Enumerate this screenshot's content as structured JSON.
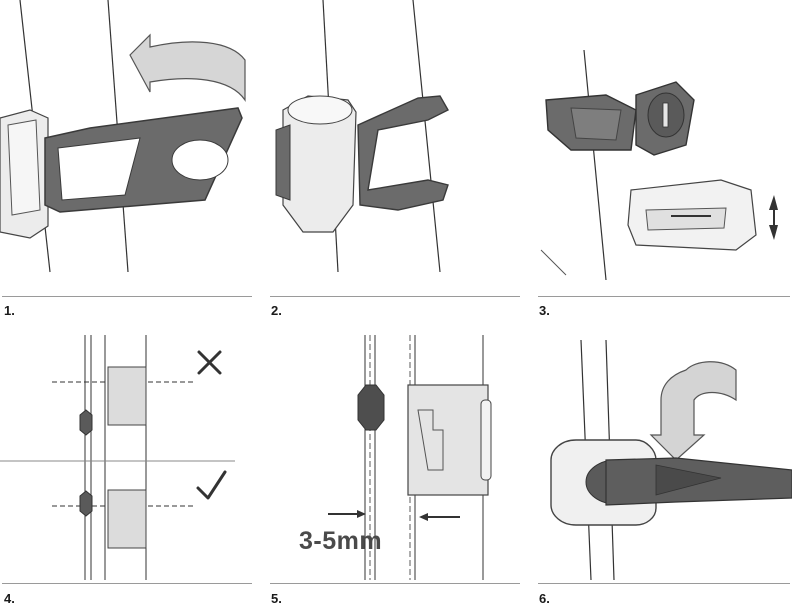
{
  "steps": [
    {
      "number": "1."
    },
    {
      "number": "2."
    },
    {
      "number": "3."
    },
    {
      "number": "4."
    },
    {
      "number": "5."
    },
    {
      "number": "6."
    }
  ],
  "annotations": {
    "gap_measurement": "3-5mm",
    "wrong_position_icon": "cross-icon",
    "correct_position_icon": "check-icon"
  },
  "colors": {
    "strap": "#6b6b6b",
    "light_body": "#e6e6e6",
    "line": "#3a3a3a",
    "arrow_fill": "#d4d4d4"
  }
}
